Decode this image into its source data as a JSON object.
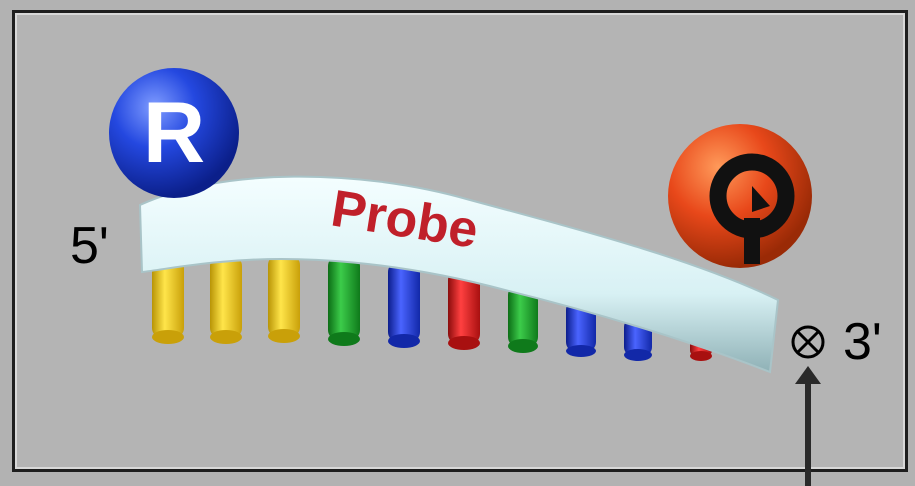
{
  "probe": {
    "label": "Probe",
    "five_prime": "5'",
    "three_prime": "3'",
    "reporter_letter": "R",
    "quencher_letter": "Q"
  },
  "colors": {
    "background": "#b4b4b4",
    "probe_strand": "#dff4f6",
    "probe_text": "#c0202a",
    "reporter": "#1d3fd0",
    "quencher": "#e84a14",
    "base_yellow": "#f2cc14",
    "base_green": "#1e9e2a",
    "base_blue": "#2036c8",
    "base_red": "#d41e1e"
  },
  "bases": [
    "yellow",
    "yellow",
    "yellow",
    "green",
    "blue",
    "red",
    "green",
    "blue",
    "blue",
    "red"
  ],
  "icons": {
    "cleavage_site": "circled-times-icon",
    "pointer": "up-arrow-icon"
  }
}
